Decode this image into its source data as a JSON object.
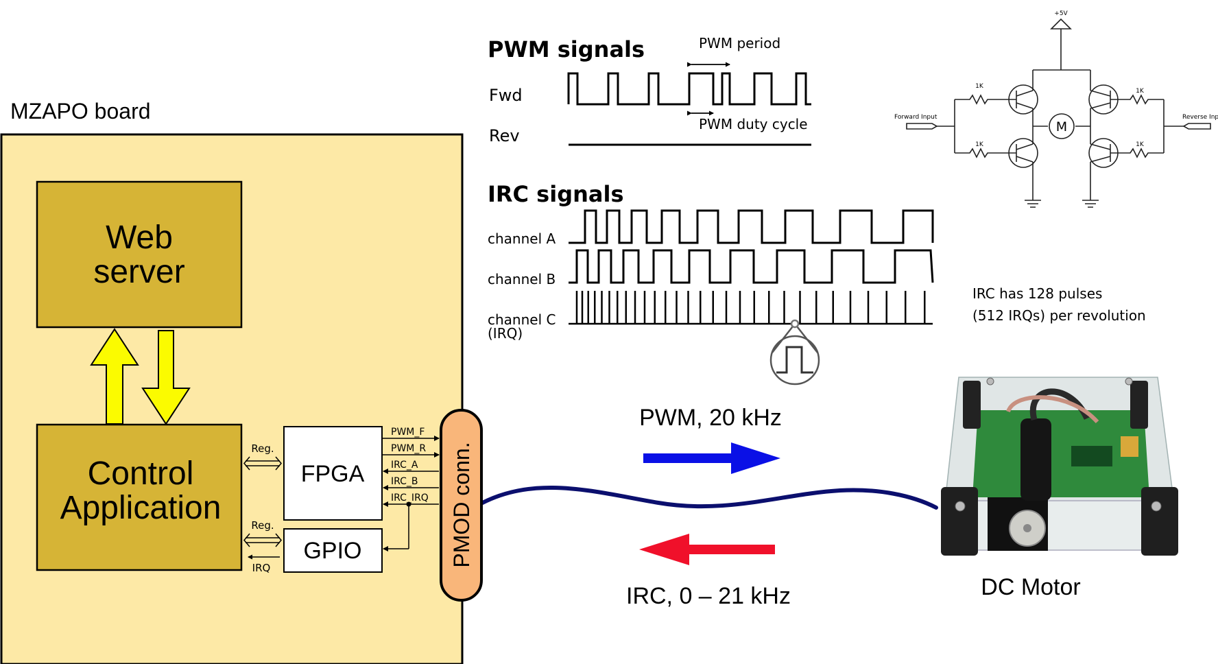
{
  "board": {
    "title": "MZAPO board",
    "web_server": [
      "Web",
      "server"
    ],
    "control_app": [
      "Control",
      "Application"
    ],
    "fpga": "FPGA",
    "gpio": "GPIO",
    "reg_top": "Reg.",
    "reg_bottom": "Reg.",
    "irq_label": "IRQ",
    "pmod": "PMOD conn.",
    "signals": [
      "PWM_F",
      "PWM_R",
      "IRC_A",
      "IRC_B",
      "IRC_IRQ"
    ]
  },
  "pwm": {
    "title": "PWM signals",
    "period": "PWM period",
    "duty": "PWM duty cycle",
    "fwd": "Fwd",
    "rev": "Rev"
  },
  "irc": {
    "title": "IRC signals",
    "channel_a": "channel A",
    "channel_b": "channel B",
    "channel_c": "channel C",
    "irq": "(IRQ)",
    "note": [
      "IRC has 128 pulses",
      "(512 IRQs) per revolution"
    ]
  },
  "link": {
    "pwm": "PWM, 20 kHz",
    "irc": "IRC, 0 – 21 kHz",
    "pwm_color": "#0a10e6",
    "irc_color": "#f0102a"
  },
  "motor": {
    "label": "DC Motor"
  },
  "hbridge": {
    "vcc": "+5V",
    "forward": "Forward Input",
    "reverse": "Reverse Input",
    "r_tl": "1K",
    "r_tr": "1K",
    "r_bl": "1K",
    "r_br": "1K",
    "motor": "M"
  },
  "colors": {
    "board_bg": "#fde9a6",
    "block": "#d6b436",
    "arrow_yellow": "#fbfb00",
    "pmod": "#f9b67a",
    "cable": "#0b0f6e"
  }
}
